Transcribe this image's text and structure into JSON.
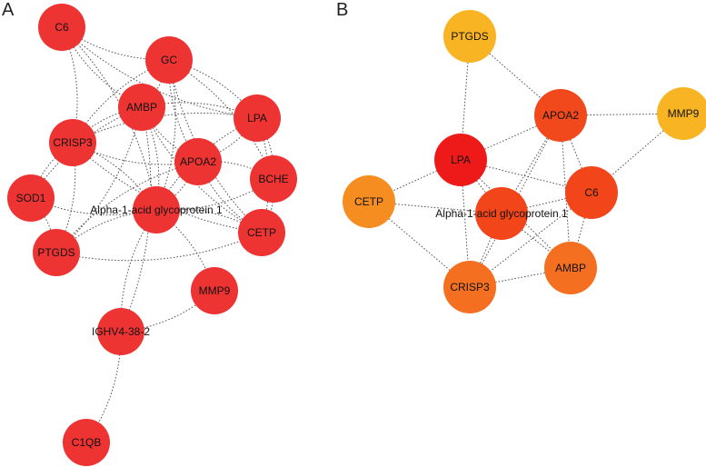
{
  "panels": [
    {
      "label": "A",
      "nodes": [
        {
          "id": "C6",
          "label": "C6",
          "color": "#ee3333"
        },
        {
          "id": "GC",
          "label": "GC",
          "color": "#ee3333"
        },
        {
          "id": "AMBP",
          "label": "AMBP",
          "color": "#ee3333"
        },
        {
          "id": "LPA",
          "label": "LPA",
          "color": "#ee3333"
        },
        {
          "id": "CRISP3",
          "label": "CRISP3",
          "color": "#ee3333"
        },
        {
          "id": "APOA2",
          "label": "APOA2",
          "color": "#ee3333"
        },
        {
          "id": "BCHE",
          "label": "BCHE",
          "color": "#ee3333"
        },
        {
          "id": "SOD1",
          "label": "SOD1",
          "color": "#ee3333"
        },
        {
          "id": "AAG",
          "label": "Alpha-1-acid glycoprotein 1",
          "color": "#ee3333"
        },
        {
          "id": "CETP",
          "label": "CETP",
          "color": "#ee3333"
        },
        {
          "id": "PTGDS",
          "label": "PTGDS",
          "color": "#ee3333"
        },
        {
          "id": "MMP9",
          "label": "MMP9",
          "color": "#ee3333"
        },
        {
          "id": "IGHV",
          "label": "IGHV4-38-2",
          "color": "#ee3333"
        },
        {
          "id": "C1QB",
          "label": "C1QB",
          "color": "#ee3333"
        }
      ],
      "edges": [
        [
          "C6",
          "GC"
        ],
        [
          "C6",
          "CRISP3"
        ],
        [
          "C6",
          "AMBP"
        ],
        [
          "C6",
          "AAG"
        ],
        [
          "C6",
          "LPA"
        ],
        [
          "GC",
          "AMBP"
        ],
        [
          "GC",
          "CRISP3"
        ],
        [
          "GC",
          "LPA"
        ],
        [
          "GC",
          "APOA2"
        ],
        [
          "GC",
          "AAG"
        ],
        [
          "GC",
          "CETP"
        ],
        [
          "GC",
          "BCHE"
        ],
        [
          "AMBP",
          "CRISP3"
        ],
        [
          "AMBP",
          "LPA"
        ],
        [
          "AMBP",
          "APOA2"
        ],
        [
          "AMBP",
          "AAG"
        ],
        [
          "AMBP",
          "CETP"
        ],
        [
          "AMBP",
          "PTGDS"
        ],
        [
          "AMBP",
          "SOD1"
        ],
        [
          "LPA",
          "APOA2"
        ],
        [
          "LPA",
          "AAG"
        ],
        [
          "LPA",
          "CETP"
        ],
        [
          "LPA",
          "CRISP3"
        ],
        [
          "LPA",
          "BCHE"
        ],
        [
          "CRISP3",
          "APOA2"
        ],
        [
          "CRISP3",
          "AAG"
        ],
        [
          "CRISP3",
          "SOD1"
        ],
        [
          "CRISP3",
          "PTGDS"
        ],
        [
          "CRISP3",
          "CETP"
        ],
        [
          "APOA2",
          "AAG"
        ],
        [
          "APOA2",
          "CETP"
        ],
        [
          "APOA2",
          "BCHE"
        ],
        [
          "APOA2",
          "PTGDS"
        ],
        [
          "AAG",
          "SOD1"
        ],
        [
          "AAG",
          "PTGDS"
        ],
        [
          "AAG",
          "CETP"
        ],
        [
          "AAG",
          "BCHE"
        ],
        [
          "AAG",
          "MMP9"
        ],
        [
          "AAG",
          "IGHV"
        ],
        [
          "SOD1",
          "PTGDS"
        ],
        [
          "PTGDS",
          "CETP"
        ],
        [
          "BCHE",
          "CETP"
        ],
        [
          "IGHV",
          "MMP9"
        ],
        [
          "IGHV",
          "C1QB"
        ],
        [
          "IGHV",
          "AMBP"
        ]
      ]
    },
    {
      "label": "B",
      "nodes": [
        {
          "id": "PTGDS",
          "label": "PTGDS",
          "color": "#f8b422"
        },
        {
          "id": "APOA2",
          "label": "APOA2",
          "color": "#f2491c"
        },
        {
          "id": "MMP9",
          "label": "MMP9",
          "color": "#f8b422"
        },
        {
          "id": "LPA",
          "label": "LPA",
          "color": "#ee1a1a"
        },
        {
          "id": "C6",
          "label": "C6",
          "color": "#f2451a"
        },
        {
          "id": "CETP",
          "label": "CETP",
          "color": "#f58d20"
        },
        {
          "id": "AAG",
          "label": "Alpha-1-acid glycoprotein 1",
          "color": "#f2451a"
        },
        {
          "id": "AMBP",
          "label": "AMBP",
          "color": "#f46f1f"
        },
        {
          "id": "CRISP3",
          "label": "CRISP3",
          "color": "#f46f1f"
        }
      ],
      "edges": [
        [
          "PTGDS",
          "APOA2"
        ],
        [
          "PTGDS",
          "LPA"
        ],
        [
          "APOA2",
          "MMP9"
        ],
        [
          "APOA2",
          "LPA"
        ],
        [
          "APOA2",
          "AAG"
        ],
        [
          "APOA2",
          "C6"
        ],
        [
          "APOA2",
          "AMBP"
        ],
        [
          "APOA2",
          "CRISP3"
        ],
        [
          "MMP9",
          "C6"
        ],
        [
          "LPA",
          "CETP"
        ],
        [
          "LPA",
          "AAG"
        ],
        [
          "LPA",
          "C6"
        ],
        [
          "LPA",
          "CRISP3"
        ],
        [
          "LPA",
          "AMBP"
        ],
        [
          "C6",
          "AAG"
        ],
        [
          "C6",
          "AMBP"
        ],
        [
          "C6",
          "CRISP3"
        ],
        [
          "CETP",
          "AAG"
        ],
        [
          "CETP",
          "CRISP3"
        ],
        [
          "AAG",
          "AMBP"
        ],
        [
          "AAG",
          "CRISP3"
        ],
        [
          "AMBP",
          "CRISP3"
        ]
      ]
    }
  ]
}
